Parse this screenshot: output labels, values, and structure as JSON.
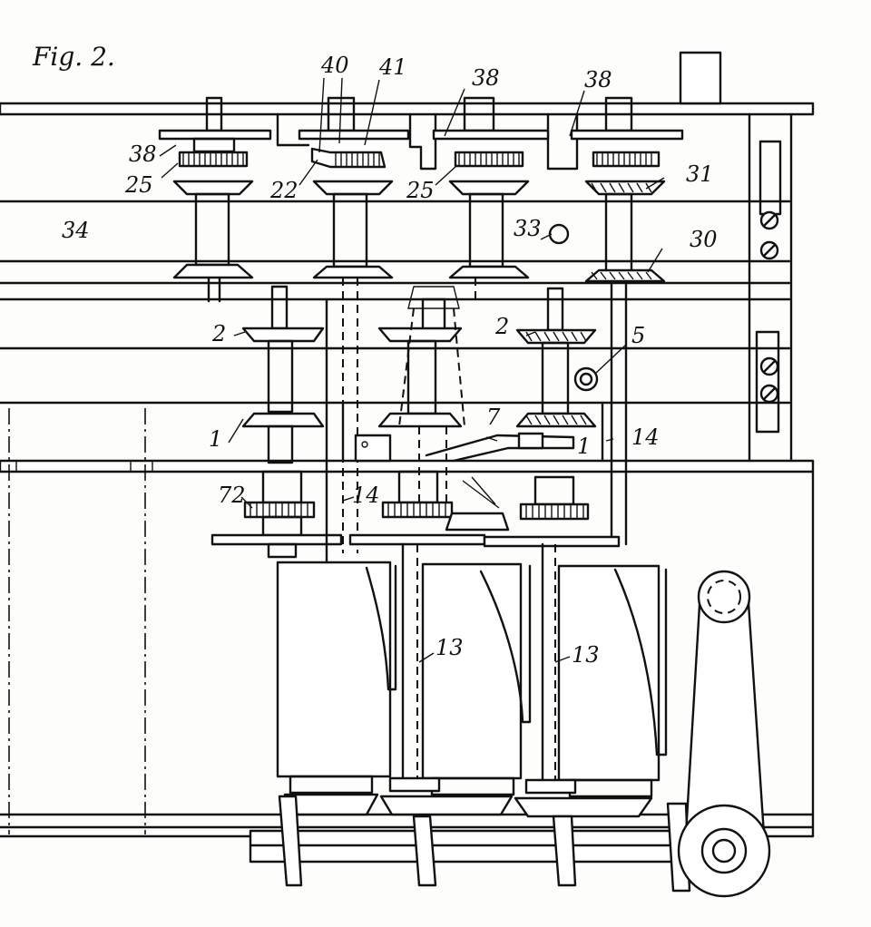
{
  "figure": {
    "title": "Fig. 2.",
    "labels": {
      "l40": "40",
      "l41": "41",
      "l38a": "38",
      "l38b": "38",
      "l38c": "38",
      "l31": "31",
      "l25a": "25",
      "l25b": "25",
      "l22": "22",
      "l34": "34",
      "l33": "33",
      "l30": "30",
      "l2a": "2",
      "l2b": "2",
      "l5": "5",
      "l1a": "1",
      "l1b": "1",
      "l7": "7",
      "l14a": "14",
      "l14b": "14",
      "l72": "72",
      "l13a": "13",
      "l13b": "13"
    }
  }
}
